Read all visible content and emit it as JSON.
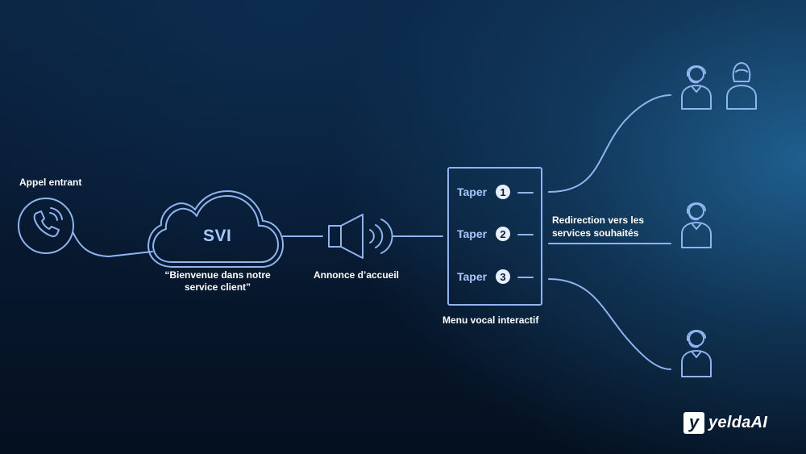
{
  "incoming_call": {
    "label": "Appel entrant"
  },
  "svi": {
    "label": "SVI",
    "caption": "“Bienvenue dans notre\nservice client”"
  },
  "announcement": {
    "label": "Annonce d’accueil"
  },
  "menu": {
    "label": "Menu vocal interactif",
    "options": [
      {
        "text": "Taper",
        "number": "1"
      },
      {
        "text": "Taper",
        "number": "2"
      },
      {
        "text": "Taper",
        "number": "3"
      }
    ]
  },
  "redirection": {
    "label": "Redirection vers les\nservices souhaités"
  },
  "logo": {
    "mark": "y",
    "text": "yeldaAI"
  },
  "icons": {
    "phone": "phone-icon",
    "cloud": "cloud-icon",
    "speaker": "speaker-icon",
    "agent": "call-agent-icon",
    "person": "person-icon"
  },
  "colors": {
    "line": "#8fb4ee",
    "accent_text": "#a9c7ff",
    "background_dark": "#04101f",
    "background_light": "#1f5f8e"
  }
}
